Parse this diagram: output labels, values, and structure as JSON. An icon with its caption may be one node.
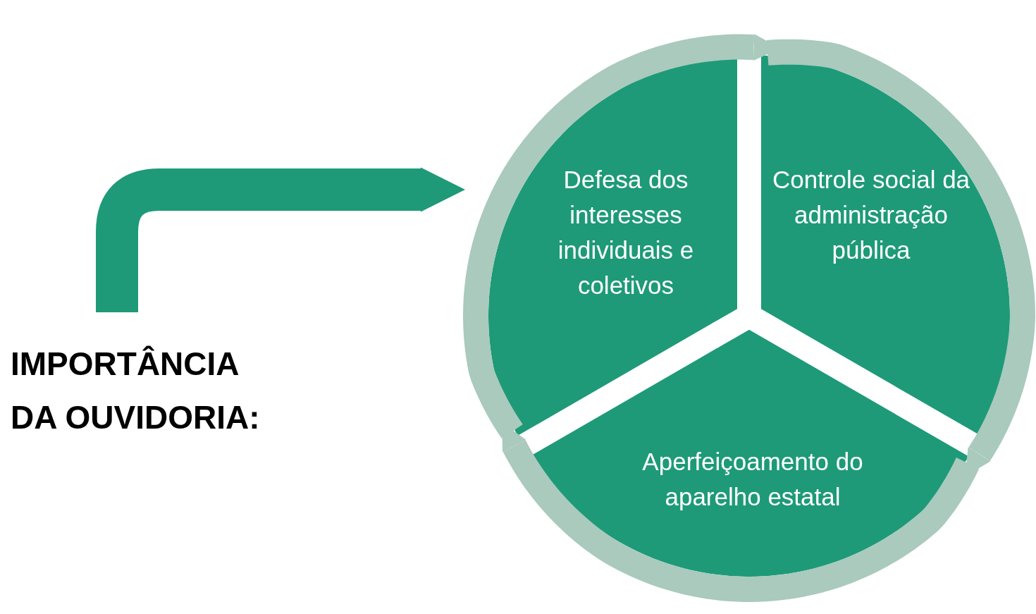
{
  "diagram": {
    "nodes": [
      {
        "text": [
          "IMPORTÂNCIA DA OUVIDORIA:"
        ]
      },
      {
        "text": [
          "Defesa dos interesses individuais e coletivos"
        ]
      },
      {
        "text": [
          "Controle social da administração pública"
        ]
      },
      {
        "text": [
          "Aperfeiçoamento do aparelho estatal"
        ]
      }
    ],
    "edges": [
      {
        "from": 0,
        "to": 1,
        "arrow": "to",
        "color": "#1e9a78"
      },
      {
        "from": 1,
        "to": 2,
        "arrow": "to",
        "color": "#a9cabd"
      },
      {
        "from": 2,
        "to": 3,
        "arrow": "to",
        "color": "#a9cabd"
      },
      {
        "from": 3,
        "to": 1,
        "arrow": "to",
        "color": "#a9cabd"
      }
    ]
  }
}
